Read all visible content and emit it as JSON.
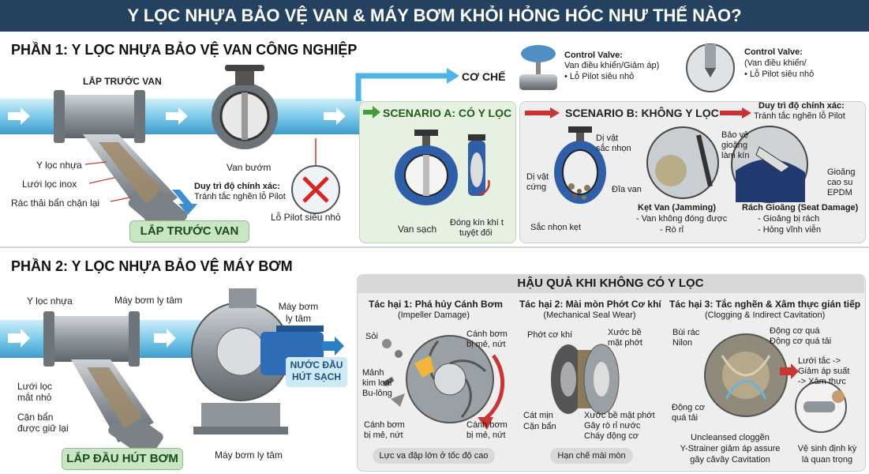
{
  "title": "Y LỌC NHỰA BẢO VỆ VAN & MÁY BƠM KHỎI HỎNG HÓC NHƯ THẾ NÀO?",
  "part1": {
    "title": "PHẦN 1: Y LỌC NHỰA BẢO VỆ VAN CÔNG NGHIỆP",
    "lap_truoc_van_top": "LẮP TRƯỚC VAN",
    "lap_truoc_van_tag": "LẮP TRƯỚC VAN",
    "y_loc_nhua": "Y lọc nhựa",
    "luoi_loc_inox": "Lưới lọc inox",
    "rac_thai": "Rác thải bẩn chặn lại",
    "van_buom": "Van bướm",
    "duy_tri_title": "Duy trì độ chính xác:",
    "duy_tri_sub": "Tránh tắc nghẽn lỗ Pilot",
    "lo_pilot": "Lỗ Pilot siêu nhỏ",
    "co_che": "CƠ CHẾ",
    "control_valve_1_title": "Control Valve:",
    "control_valve_1_line1": "Van điều khiển/Giảm áp)",
    "control_valve_1_line2": "• Lỗ Pilot siêu nhỏ",
    "control_valve_2_title": "Control Valve:",
    "control_valve_2_line1": "(Van điều khiển/",
    "control_valve_2_line2": "• Lỗ Pilot siêu nhỏ",
    "scenario_a": {
      "title": "SCENARIO A: CÓ Y LỌC",
      "van_sach": "Van sạch",
      "dong_kin_1": "Đóng kín khí t",
      "dong_kin_2": "tuyệt đối"
    },
    "scenario_b": {
      "title": "SCENARIO B: KHÔNG Y LỌC",
      "duy_tri_title": "Duy trì độ chính xác:",
      "duy_tri_sub": "Tránh tắc nghẽn lỗ Pilot",
      "di_vat_nhon_1": "Dị vật",
      "di_vat_nhon_2": "sắc nhọn",
      "di_vat_cung_1": "Dị vật",
      "di_vat_cung_2": "cứng",
      "dia_van": "Đĩa van",
      "sac_nhon_ket": "Sắc nhọn  kẹt",
      "bao_ve_1": "Bảo vệ",
      "bao_ve_2": "gioăng",
      "bao_ve_3": "làm kín",
      "gioang_1": "Gioăng",
      "gioang_2": "cao su",
      "gioang_3": "EPDM",
      "ket_van_title": "Kẹt Van (Jamming)",
      "ket_van_1": "- Van không đóng được",
      "ket_van_2": "- Rò rỉ",
      "rach_title": "Rách Gioăng (Seat Damage)",
      "rach_1": "- Gioăng bị rách",
      "rach_2": "- Hỏng vĩnh viễn"
    }
  },
  "part2": {
    "title": "PHẦN 2: Y LỌC NHỰA BẢO VỆ MÁY BƠM",
    "y_loc_nhua": "Y lọc nhựa",
    "may_bom_top": "Máy bơm ly tâm",
    "may_bom_right_1": "Máy bơm",
    "may_bom_right_2": "ly tâm",
    "may_bom_bottom": "Máy bơm ly tâm",
    "luoi_loc_1": "Lưới lọc",
    "luoi_loc_2": "mắt nhỏ",
    "can_ban_1": "Cặn bẩn",
    "can_ban_2": "được giữ lại",
    "nuoc_dau_1": "NƯỚC ĐẦU",
    "nuoc_dau_2": "HÚT SẠCH",
    "lap_dau_hut": "LẮP ĐẦU HÚT BƠM",
    "hau_qua": {
      "title": "HẬU QUẢ KHI KHÔNG CÓ Y LỌC",
      "tac_hai_1": {
        "title": "Tác hại 1: Phá hủy Cánh Bơm",
        "sub": "(Impeller Damage)",
        "soi": "Sỏi",
        "manh_1": "Mảnh",
        "manh_2": "kim loại",
        "manh_3": "Bu-lông",
        "canh_bom_tr_1": "Cánh bơm",
        "canh_bom_tr_2": "bị mẻ, nứt",
        "canh_bom_bl_1": "Cánh bơm",
        "canh_bom_bl_2": "bị mẻ, nứt",
        "canh_bom_br_1": "Cánh bơm",
        "canh_bom_br_2": "bị mẻ, nứt",
        "pill": "Lực va đập lớn ở tốc độ cao"
      },
      "tac_hai_2": {
        "title": "Tác hại 2: Mài mòn Phớt Cơ khí",
        "sub": "(Mechanical Seal Wear)",
        "phot": "Phớt cơ khí",
        "xuoc_1": "Xước bề",
        "xuoc_2": "mặt phớt",
        "cat_1": "Cát mịn",
        "cat_2": "Cặn bẩn",
        "xuoc_b_1": "Xước bề mặt phớt",
        "xuoc_b_2": "Gây rò rỉ nước",
        "xuoc_b_3": "Cháy động cơ",
        "pill": "Hạn chế mài mòn"
      },
      "tac_hai_3": {
        "title": "Tác hại 3: Tắc nghẽn & Xâm thực gián tiếp",
        "sub": "(Clogging & Indirect Cavitation)",
        "bui_1": "Bùi rác",
        "bui_2": "Nilon",
        "dong_co_1": "Động cơ quá",
        "dong_co_2": "Động cơ quá tải",
        "luoi_tac_1": "Lưới tắc ->",
        "luoi_tac_2": "Giảm áp suất",
        "luoi_tac_3": "-> Xâm thực",
        "dong_co_qt_1": "Động cơ",
        "dong_co_qt_2": "quá tải",
        "uncl_1": "Uncleansed cloggẽn",
        "uncl_2": "Y-Strainer giảm áp assure",
        "uncl_3": "gây căvây Cavitation",
        "ve_sinh_1": "Vệ sinh định kỳ",
        "ve_sinh_2": "là quan trọng"
      }
    }
  }
}
